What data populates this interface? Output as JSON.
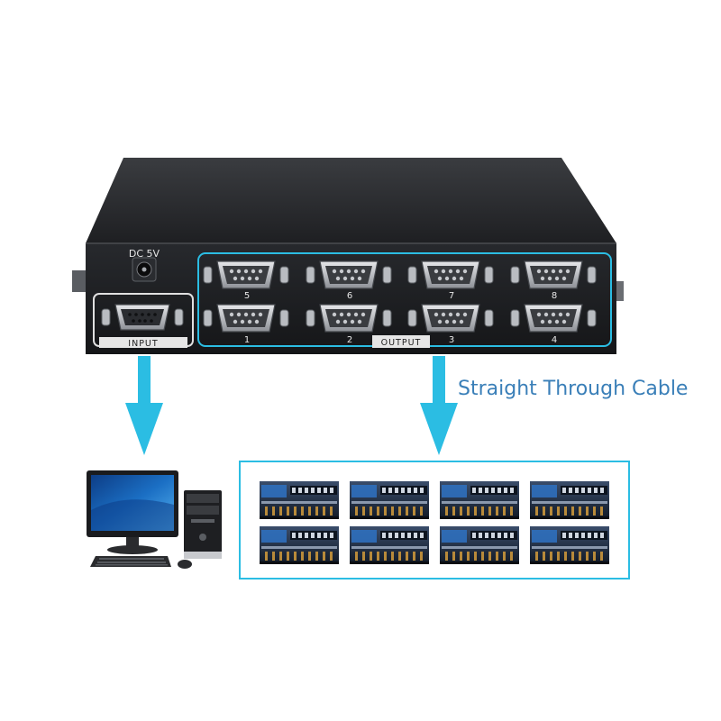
{
  "device": {
    "power_label": "DC 5V",
    "input_label": "INPUT",
    "output_label": "OUTPUT",
    "port_numbers_top": [
      "5",
      "6",
      "7",
      "8"
    ],
    "port_numbers_bottom": [
      "1",
      "2",
      "3",
      "4"
    ]
  },
  "caption": "Straight Through Cable",
  "colors": {
    "accent": "#2bbde3",
    "caption": "#3a7fb8",
    "chassis": "#1c1d20",
    "monitor_screen": "#1b6fc4"
  },
  "icons": {
    "input_port": "db9-female-port-icon",
    "output_port": "db9-male-port-icon",
    "power_jack": "dc-power-jack-icon",
    "arrow": "arrow-down-icon",
    "computer": "desktop-computer-icon",
    "target_device": "rack-device-icon"
  },
  "target_device_count": 8
}
